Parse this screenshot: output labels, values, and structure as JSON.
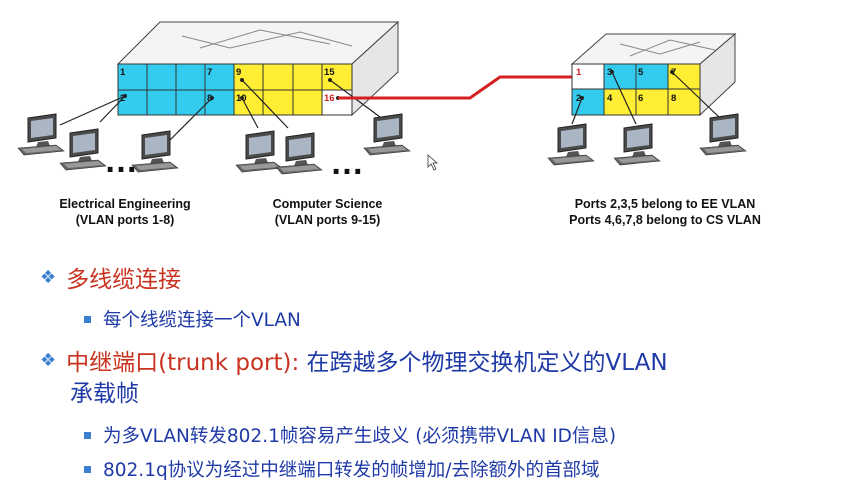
{
  "left_switch": {
    "ports_top_row": [
      "1",
      "",
      "",
      "7",
      "9",
      "",
      "",
      "15"
    ],
    "ports_bottom_row": [
      "2",
      "",
      "",
      "8",
      "10",
      "",
      "",
      "16"
    ],
    "colors": {
      "ee": "#33ccee",
      "cs": "#ffee33",
      "trunk_label": "#cc2222"
    }
  },
  "right_switch": {
    "ports_top_row": [
      "1",
      "3",
      "5",
      "7"
    ],
    "ports_bottom_row": [
      "2",
      "4",
      "6",
      "8"
    ]
  },
  "ellipsis": "…",
  "labels": {
    "ee_line1": "Electrical Engineering",
    "ee_line2": "(VLAN ports 1-8)",
    "cs_line1": "Computer Science",
    "cs_line2": "(VLAN ports 9-15)",
    "right_line1": "Ports 2,3,5 belong to EE VLAN",
    "right_line2": "Ports 4,6,7,8 belong to CS VLAN"
  },
  "bullets": {
    "b1": "多线缆连接",
    "b1_sub": "每个线缆连接一个VLAN",
    "b2_red": "中继端口(trunk port):",
    "b2_rest": " 在跨越多个物理交换机定义的VLAN",
    "b2_line2": "承载帧",
    "b2_sub1": "为多VLAN转发802.1帧容易产生歧义 (必须携带VLAN ID信息)",
    "b2_sub2": "802.1q协议为经过中继端口转发的帧增加/去除额外的首部域"
  }
}
